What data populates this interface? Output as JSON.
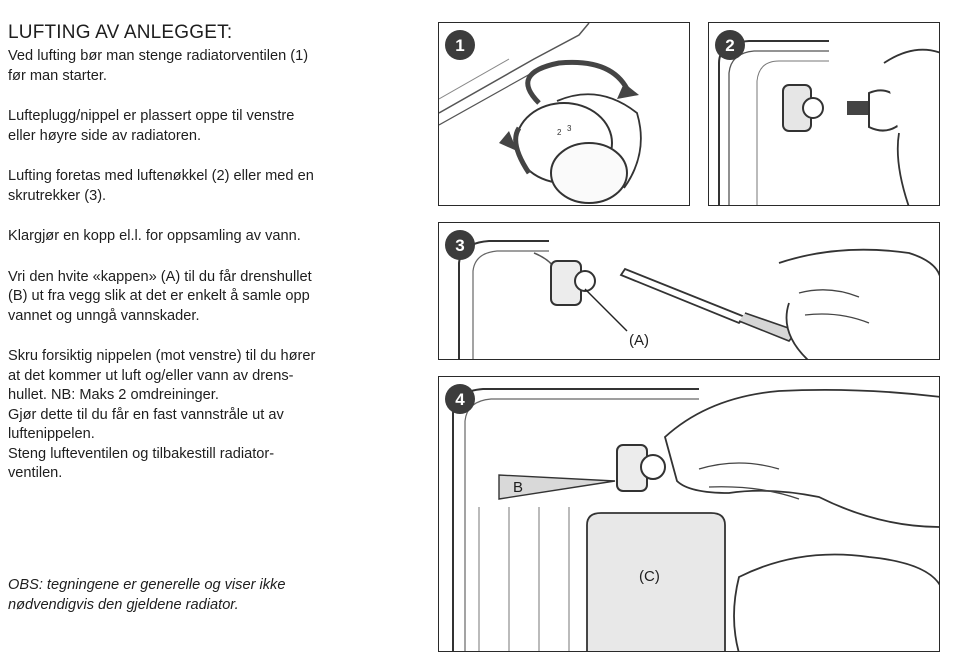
{
  "heading": "LUFTING AV ANLEGGET:",
  "paragraphs": [
    [
      "Ved lufting bør man stenge radiatorventilen (1)",
      "før man starter."
    ],
    [
      "Lufteplugg/nippel er plassert oppe til venstre",
      "eller høyre side av radiatoren."
    ],
    [
      "Lufting foretas med luftenøkkel (2) eller med en",
      "skrutrekker (3)."
    ],
    [
      "Klargjør en kopp el.l. for oppsamling av vann."
    ],
    [
      "Vri den hvite «kappen» (A) til du får drenshullet",
      "(B) ut fra vegg slik at det er enkelt å samle opp",
      "vannet og unngå vannskader."
    ],
    [
      "Skru forsiktig nippelen (mot venstre) til du hører",
      "at det kommer ut luft og/eller vann av drens-",
      "hullet. NB: Maks 2 omdreininger.",
      "Gjør dette til du får en fast vannstråle ut av",
      "luftenippelen.",
      "Steng lufteventilen og tilbakestill radiator-",
      "ventilen."
    ]
  ],
  "note": [
    "OBS: tegningene er generelle og viser ikke",
    "nødvendigvis den gjeldene radiator."
  ],
  "figures": {
    "fig1": {
      "number": "1"
    },
    "fig2": {
      "number": "2"
    },
    "fig3": {
      "number": "3",
      "callout": "(A)"
    },
    "fig4": {
      "number": "4",
      "callout_b": "B",
      "callout_c": "(C)"
    }
  }
}
